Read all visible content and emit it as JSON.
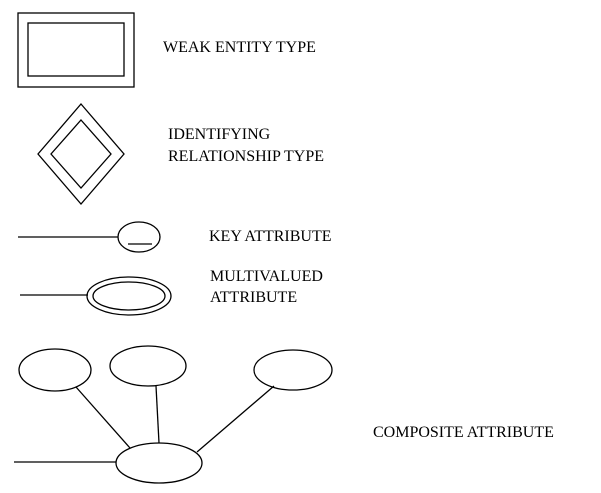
{
  "legend": {
    "weak_entity": {
      "label": "WEAK ENTITY TYPE"
    },
    "identifying_relationship": {
      "label_line1": "IDENTIFYING",
      "label_line2": "RELATIONSHIP TYPE"
    },
    "key_attribute": {
      "label": "KEY ATTRIBUTE"
    },
    "multivalued_attribute": {
      "label_line1": "MULTIVALUED",
      "label_line2": "ATTRIBUTE"
    },
    "composite_attribute": {
      "label": "COMPOSITE ATTRIBUTE"
    }
  },
  "colors": {
    "stroke": "#000000",
    "background": "#ffffff"
  }
}
